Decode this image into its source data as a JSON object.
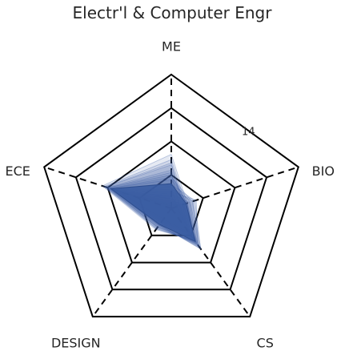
{
  "chart_data": {
    "type": "radar",
    "title": "Electr'l & Computer Engr",
    "axes": [
      "ME",
      "BIO",
      "CS",
      "DESIGN",
      "ECE"
    ],
    "ring_values": [
      7,
      14,
      21,
      28
    ],
    "tick_labels": [
      "14"
    ],
    "radial_max": 28,
    "grid": true,
    "colors": {
      "series": "#3c5fa5",
      "grid": "#000000"
    },
    "series": [
      {
        "values": [
          11.3,
          3.5,
          8.3,
          5.5,
          15.2
        ]
      },
      {
        "values": [
          10.2,
          3.2,
          8.6,
          5.2,
          14.8
        ]
      },
      {
        "values": [
          9.1,
          3.0,
          8.9,
          5.0,
          14.5
        ]
      },
      {
        "values": [
          8.0,
          2.8,
          9.2,
          4.8,
          14.2
        ]
      },
      {
        "values": [
          7.0,
          3.4,
          9.6,
          4.6,
          14.0
        ]
      },
      {
        "values": [
          6.0,
          4.2,
          10.0,
          4.4,
          13.7
        ]
      },
      {
        "values": [
          5.0,
          5.2,
          10.4,
          4.2,
          13.4
        ]
      },
      {
        "values": [
          4.0,
          4.8,
          9.8,
          4.0,
          13.1
        ]
      },
      {
        "values": [
          3.0,
          4.0,
          9.0,
          3.8,
          12.8
        ]
      },
      {
        "values": [
          2.0,
          3.6,
          8.4,
          3.6,
          12.5
        ]
      },
      {
        "values": [
          1.5,
          3.2,
          7.8,
          3.4,
          12.2
        ]
      },
      {
        "values": [
          1.0,
          2.8,
          7.2,
          3.2,
          11.9
        ]
      },
      {
        "values": [
          0.8,
          2.4,
          6.8,
          3.0,
          11.6
        ]
      },
      {
        "values": [
          0.5,
          2.0,
          6.4,
          2.8,
          11.3
        ]
      },
      {
        "values": [
          4.5,
          1.2,
          7.5,
          4.4,
          13.5
        ]
      },
      {
        "values": [
          7.5,
          1.8,
          8.0,
          4.9,
          14.0
        ]
      },
      {
        "values": [
          9.5,
          2.6,
          8.5,
          5.3,
          14.6
        ]
      },
      {
        "values": [
          3.5,
          5.5,
          9.4,
          3.7,
          12.9
        ]
      },
      {
        "values": [
          6.5,
          4.6,
          10.6,
          4.3,
          13.6
        ]
      },
      {
        "values": [
          2.5,
          1.5,
          7.0,
          3.3,
          12.4
        ]
      }
    ]
  }
}
